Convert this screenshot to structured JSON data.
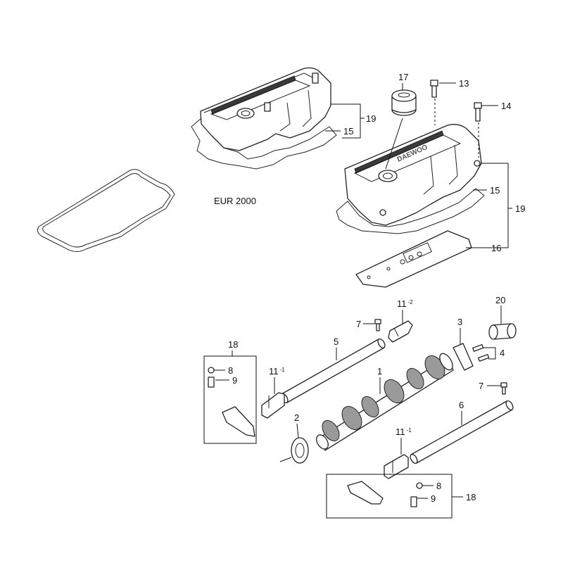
{
  "labels": {
    "p1": "1",
    "p2": "2",
    "p3": "3",
    "p4": "4",
    "p5": "5",
    "p6": "6",
    "p7a": "7",
    "p7b": "7",
    "p8a": "8",
    "p8b": "8",
    "p9a": "9",
    "p9b": "9",
    "p11a": "11",
    "p11a_sup": "-1",
    "p11b": "11",
    "p11b_sup": "-2",
    "p11c": "11",
    "p11c_sup": "-1",
    "p13": "13",
    "p14": "14",
    "p15a": "15",
    "p15b": "15",
    "p16": "16",
    "p17": "17",
    "p18a": "18",
    "p18b": "18",
    "p19a": "19",
    "p19b": "19",
    "p20": "20"
  },
  "notes": {
    "eur": "EUR 2000"
  },
  "cover_brand": "DAEWOO",
  "colors": {
    "line": "#222222",
    "background": "#ffffff"
  }
}
